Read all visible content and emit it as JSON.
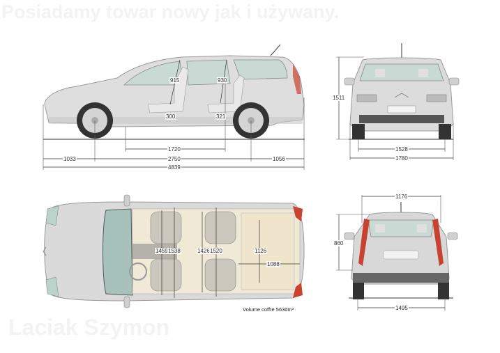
{
  "watermarks": {
    "top": "Posiadamy towar nowy jak i używany.",
    "bottom": "Laciak Szymon"
  },
  "side_view": {
    "dimensions": {
      "front_overhang": "1033",
      "wheelbase": "2750",
      "rear_overhang": "1056",
      "overall_length": "4839",
      "interior_length": "1720",
      "front_headroom": "915",
      "rear_headroom": "930",
      "front_seat_height": "300",
      "rear_seat_height": "321"
    }
  },
  "front_view": {
    "dimensions": {
      "height": "1511",
      "front_track": "1528",
      "overall_width": "1780"
    }
  },
  "top_view": {
    "dimensions": {
      "front_elbow_width": "1459",
      "front_shoulder_width": "1538",
      "rear_elbow_width": "1426",
      "rear_shoulder_width": "1520",
      "boot_width": "1126",
      "boot_length": "1088"
    },
    "caption": "Volume coffre 563dm³"
  },
  "rear_view": {
    "dimensions": {
      "tailgate_width": "1176",
      "tailgate_height": "860",
      "rear_track": "1495"
    }
  },
  "colors": {
    "body_silver": "#d9d9d9",
    "glass_green": "#bcd3cc",
    "interior_beige": "#efe9d6",
    "tail_light_red": "#c8432f",
    "dimension_line": "#333333"
  }
}
